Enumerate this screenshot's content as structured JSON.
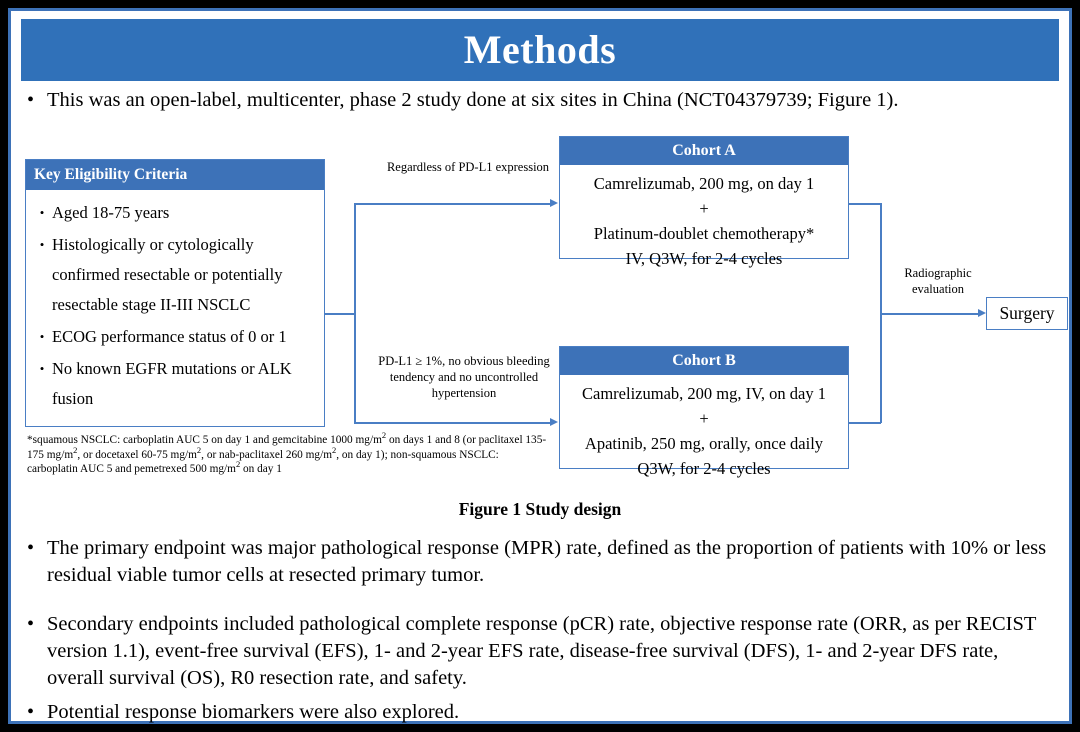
{
  "slide": {
    "title": "Methods",
    "accent_color": "#3071b9",
    "box_border_color": "#4a7ec4",
    "header_fill_color": "#3d72b8",
    "frame_color": "#000000",
    "content_background": "#ffffff"
  },
  "bullets": {
    "marker": "•",
    "intro": "This was an open-label, multicenter, phase 2 study done at six sites in China (NCT04379739; Figure 1).",
    "primary_endpoint": "The primary endpoint was major pathological response (MPR) rate, defined as the proportion of patients with 10% or less residual viable tumor cells at resected primary tumor.",
    "secondary_endpoints": "Secondary endpoints included pathological complete response (pCR) rate, objective response rate (ORR, as per RECIST version 1.1), event-free survival (EFS), 1- and 2-year EFS rate, disease-free survival (DFS), 1- and 2-year DFS rate, overall survival (OS), R0 resection rate, and safety.",
    "biomarkers": "Potential response biomarkers were also explored."
  },
  "figure": {
    "caption": "Figure 1 Study design",
    "eligibility": {
      "header": "Key  Eligibility Criteria",
      "marker": "•",
      "items": [
        "Aged 18-75 years",
        "Histologically or cytologically confirmed resectable or potentially resectable stage II-III  NSCLC",
        "ECOG performance status of 0 or 1",
        "No known EGFR mutations or ALK fusion"
      ]
    },
    "footnote_parts": {
      "p1": "*squamous NSCLC: carboplatin AUC 5 on day 1 and gemcitabine 1000 mg/m",
      "sup1": "2",
      "p2": " on days 1 and 8 (or paclitaxel 135-175  mg/m",
      "sup2": "2",
      "p3": ", or docetaxel 60-75 mg/m",
      "sup3": "2",
      "p4": ", or nab-paclitaxel 260 mg/m",
      "sup4": "2",
      "p5": ", on day 1); non-squamous NSCLC: carboplatin AUC 5 and pemetrexed 500 mg/m",
      "sup5": "2",
      "p6": " on day 1"
    },
    "cohort_a": {
      "header": "Cohort A",
      "line1": "Camrelizumab, 200 mg, on day 1",
      "line2": "+",
      "line3": "Platinum-doublet chemotherapy*",
      "line4": "IV, Q3W, for 2-4 cycles"
    },
    "cohort_b": {
      "header": "Cohort B",
      "line1": "Camrelizumab, 200 mg, IV, on day 1",
      "line2": "+",
      "line3": "Apatinib, 250 mg, orally, once daily",
      "line4": "Q3W, for 2-4 cycles"
    },
    "arrow_labels": {
      "top": "Regardless  of PD-L1 expression",
      "bottom": "PD-L1 ≥ 1%, no obvious bleeding tendency and no  uncontrolled  hypertension",
      "right": "Radiographic evaluation"
    },
    "surgery": "Surgery"
  }
}
